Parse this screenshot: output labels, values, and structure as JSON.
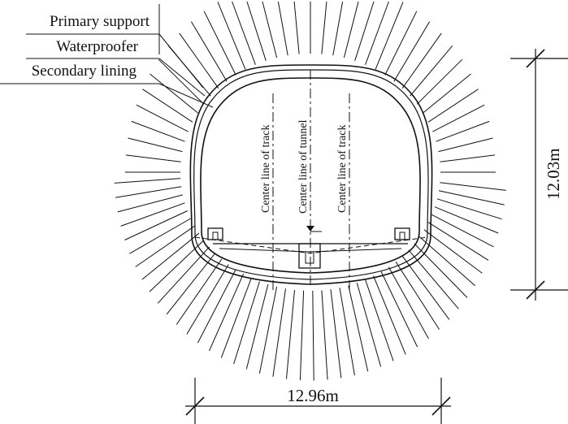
{
  "legend": {
    "items": [
      "Primary support",
      "Waterproofer",
      "Secondary lining"
    ]
  },
  "center_lines": {
    "left_track": "Center line of track",
    "tunnel": "Center line of tunnel",
    "right_track": "Center line of track"
  },
  "dimensions": {
    "height": "12.03m",
    "width": "12.96m"
  }
}
